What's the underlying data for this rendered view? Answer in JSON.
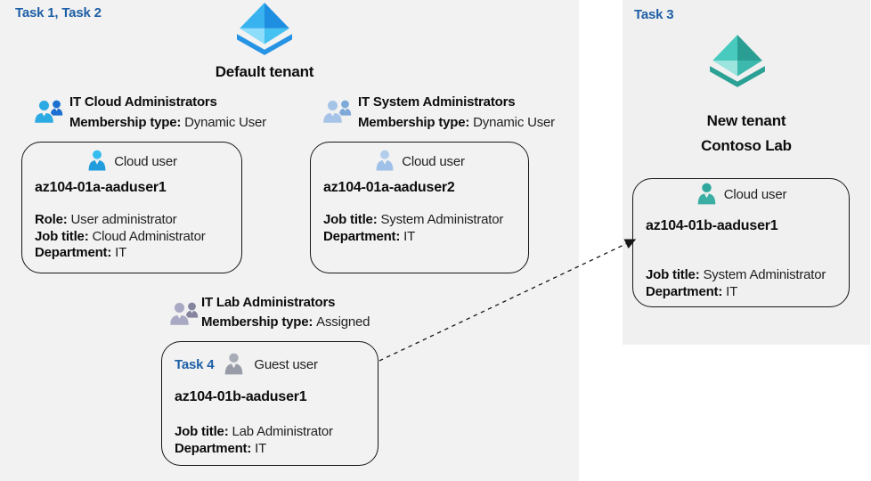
{
  "colors": {
    "task_label": "#1d5fa6",
    "left_bg": "#f2f2f2",
    "panel_bg": "#f0f0f0",
    "collarbg": "#f1f1f1",
    "aad_top_left": "#38b3ef",
    "aad_top_right": "#1e8fe0",
    "aad_bottom_left": "#8eddfa",
    "aad_bottom_right": "#45c1f2",
    "aad_band_l": "#2693e4",
    "aad_band_r": "#40b5f2",
    "ent_top_left": "#48cabf",
    "ent_top_right": "#2b9e94",
    "ent_bottom_left": "#9ce5df",
    "ent_bottom_right": "#3cb8ad",
    "ent_band_l": "#2ba095",
    "ent_band_r": "#49c6ba",
    "person_azure_head": "#35bdef",
    "person_azure_body": "#219ddd",
    "person_steel_head": "#b3cdec",
    "person_steel_body": "#9fc0e7",
    "person_gray_head": "#a7acb6",
    "person_gray_body": "#979ca8",
    "person_teal_head": "#2ea79c",
    "person_teal_body": "#3aaea3",
    "group1_front": "#2baae3",
    "group1_back": "#1a6fd0",
    "group2_front": "#a5c4e8",
    "group2_back": "#7fa9d9",
    "group3_front": "#a9a9c3",
    "group3_back": "#84849f",
    "arrow": "#161616"
  },
  "labels": {
    "task12": "Task 1, Task 2",
    "task3": "Task 3",
    "task4": "Task 4",
    "default_tenant": "Default tenant",
    "new_tenant_line1": "New tenant",
    "new_tenant_line2": "Contoso Lab"
  },
  "groups": [
    {
      "name": "IT Cloud Administrators",
      "membership_label": "Membership type:",
      "membership_value": "Dynamic User"
    },
    {
      "name": "IT System Administrators",
      "membership_label": "Membership type:",
      "membership_value": "Dynamic User"
    },
    {
      "name": "IT Lab Administrators",
      "membership_label": "Membership type:",
      "membership_value": "Assigned"
    }
  ],
  "users": [
    {
      "type_label": "Cloud user",
      "name": "az104-01a-aaduser1",
      "role_label": "Role:",
      "role_value": "User administrator",
      "job_label": "Job title:",
      "job_value": "Cloud Administrator",
      "dept_label": "Department:",
      "dept_value": "IT"
    },
    {
      "type_label": "Cloud user",
      "name": "az104-01a-aaduser2",
      "job_label": "Job title:",
      "job_value": "System Administrator",
      "dept_label": "Department:",
      "dept_value": "IT"
    },
    {
      "type_label": "Guest user",
      "name": "az104-01b-aaduser1",
      "job_label": "Job title:",
      "job_value": "Lab Administrator",
      "dept_label": "Department:",
      "dept_value": "IT"
    },
    {
      "type_label": "Cloud user",
      "name": "az104-01b-aaduser1",
      "job_label": "Job title:",
      "job_value": "System Administrator",
      "dept_label": "Department:",
      "dept_value": "IT"
    }
  ]
}
